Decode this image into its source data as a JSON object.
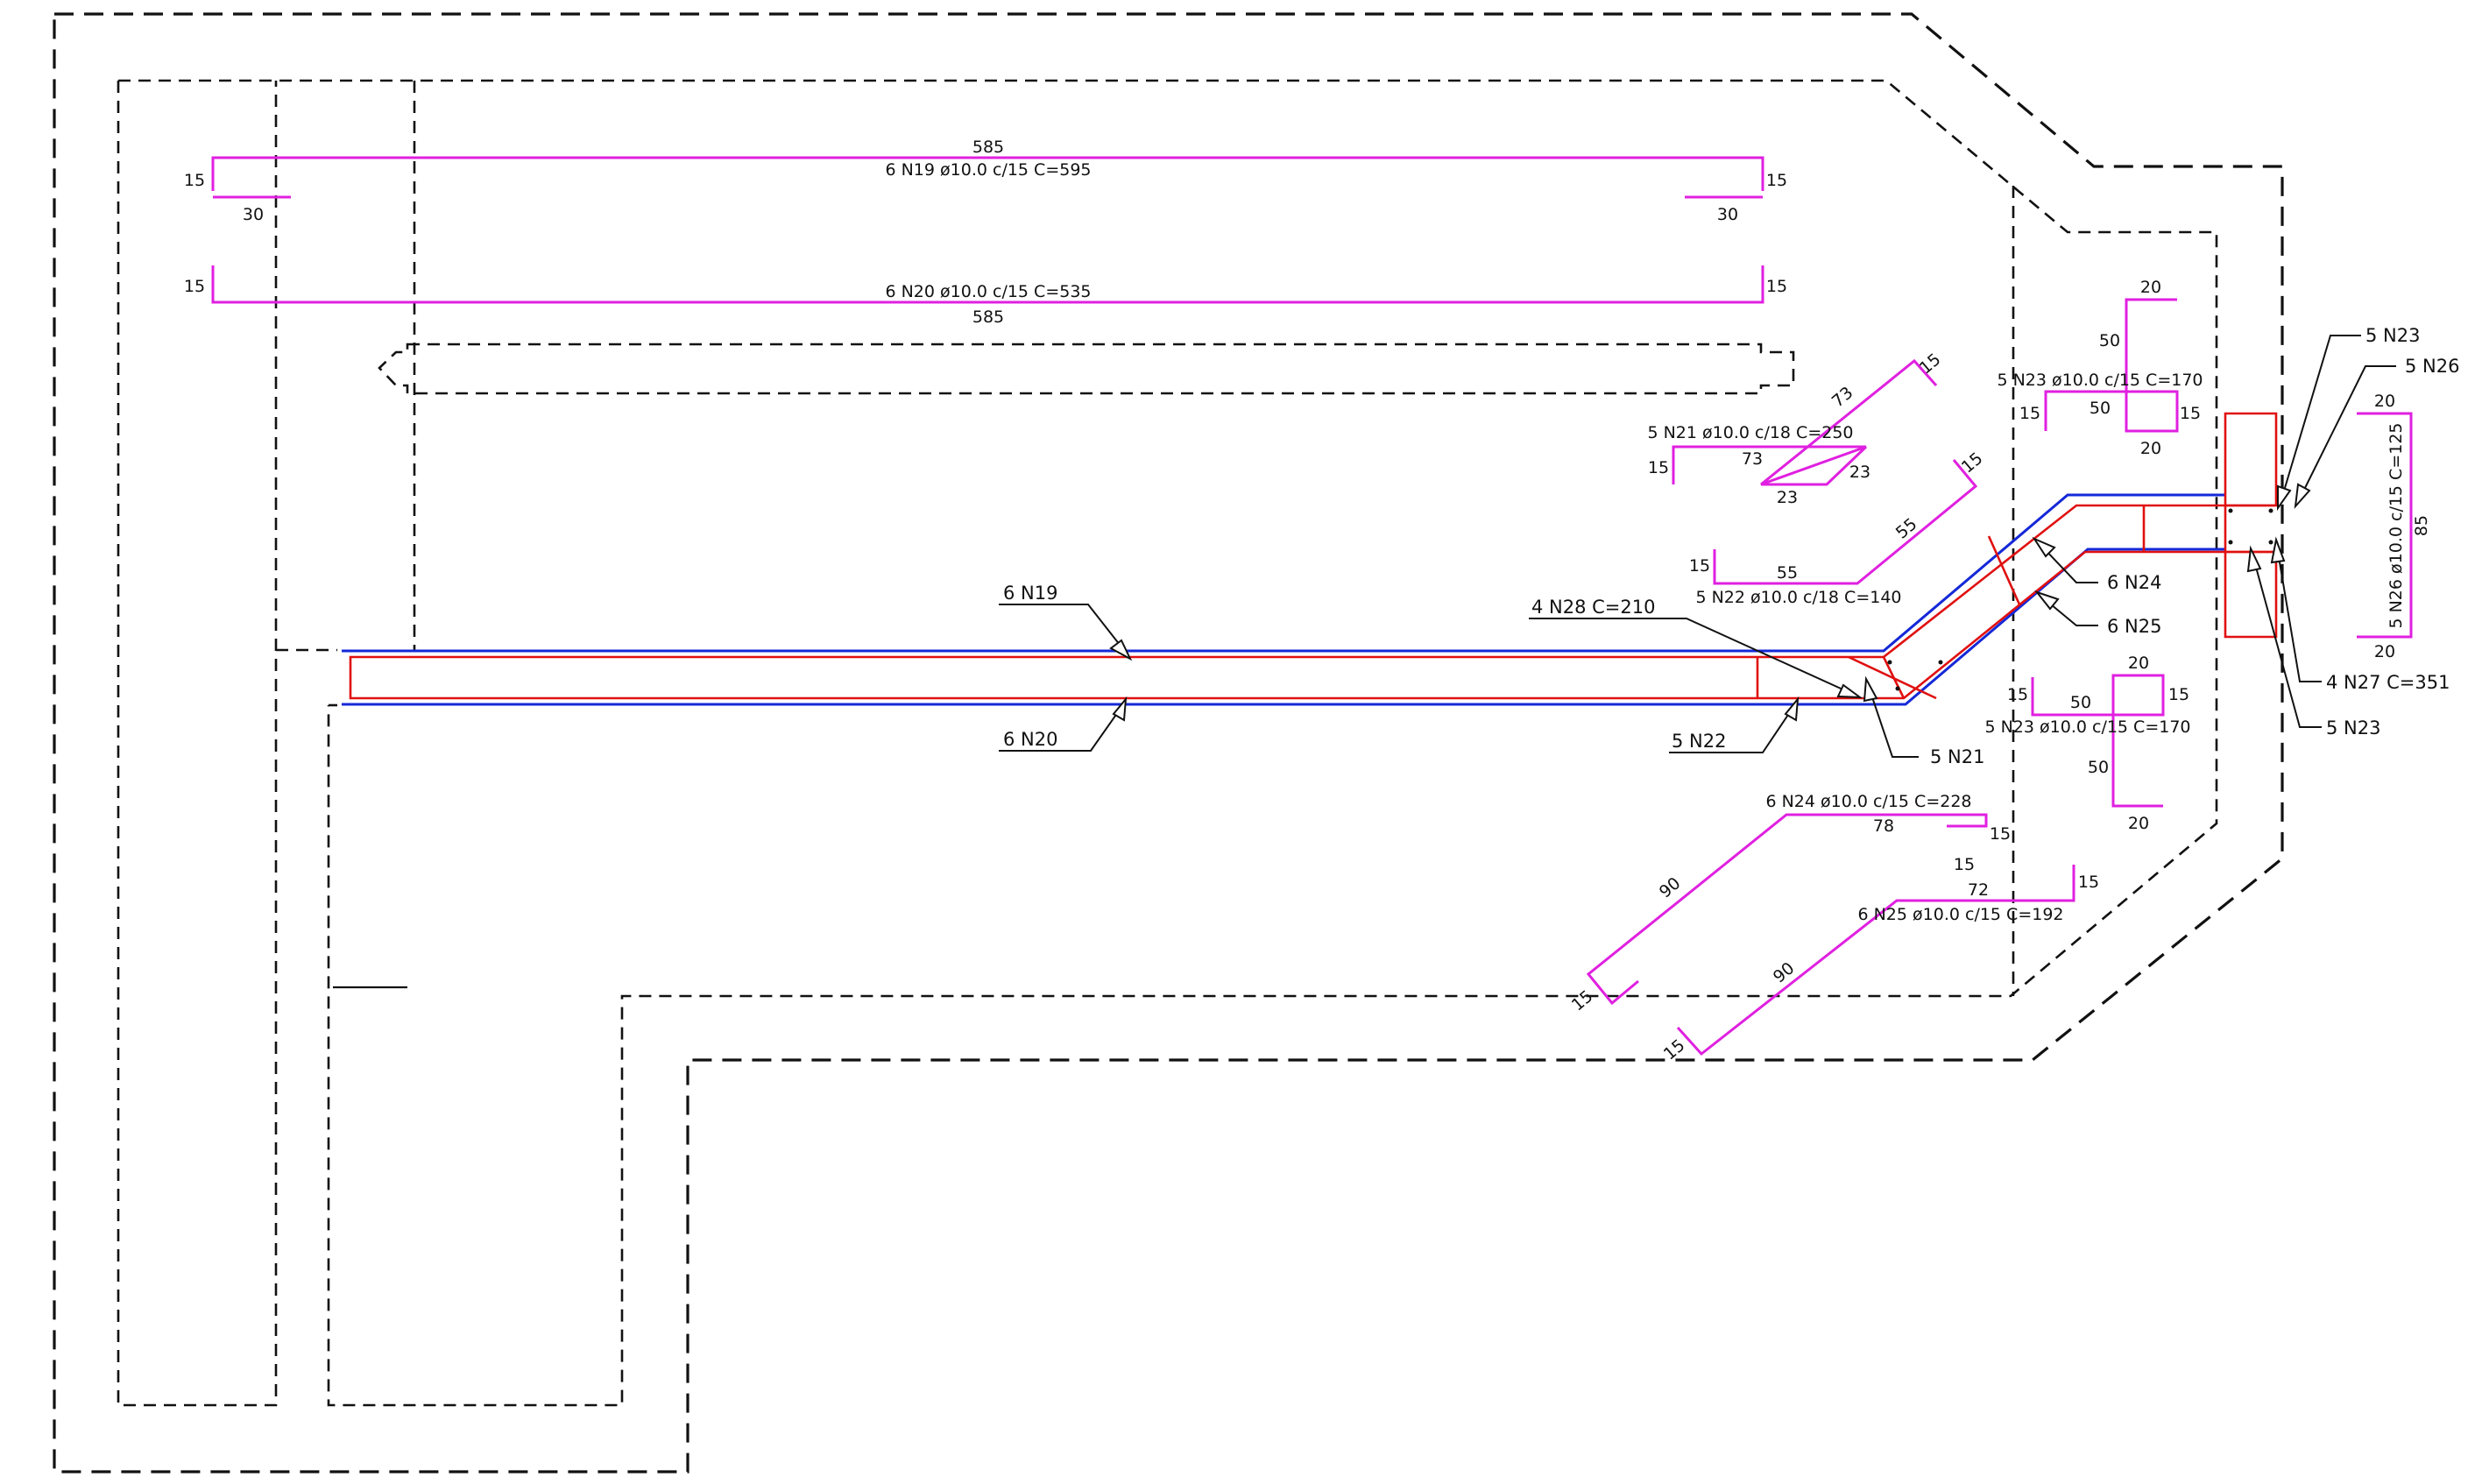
{
  "bars": {
    "n19": {
      "length_top": "585",
      "spec": "6 N19 ø10.0 c/15  C=595",
      "hook_left": "15",
      "hook_right": "15",
      "foot_left": "30",
      "foot_right": "30"
    },
    "n20": {
      "spec": "6 N20 ø10.0 c/15  C=535",
      "length_bottom": "585",
      "hook_left": "15",
      "hook_right": "15"
    },
    "n21": {
      "spec": "5 N21 ø10.0 c/18  C=250",
      "seg_a": "73",
      "seg_b": "73",
      "seg_c": "23",
      "seg_d": "23",
      "hook_a": "15",
      "hook_b": "15"
    },
    "n22": {
      "spec": "5 N22 ø10.0 c/18   C=140",
      "seg_a": "55",
      "seg_b": "55",
      "hook_a": "15",
      "hook_b": "15"
    },
    "n23_top": {
      "spec": "5 N23 ø10.0 c/15   C=170",
      "w_top": "20",
      "h": "50",
      "w_mid": "50",
      "w_bottom": "20",
      "hook_left": "15",
      "hook_right": "15"
    },
    "n23_bottom": {
      "spec": "5 N23 ø10.0 c/15   C=170",
      "w_top": "20",
      "w_mid": "50",
      "h": "50",
      "w_bottom": "20",
      "hook_left": "15",
      "hook_right": "15"
    },
    "n24": {
      "spec": "6 N24 ø10.0 c/15   C=228",
      "seg_top": "78",
      "seg_diag": "90",
      "hook_a": "15",
      "hook_b": "15",
      "hook_c": "15"
    },
    "n25": {
      "spec": "6 N25 ø10.0 c/15   C=192",
      "seg_top": "72",
      "seg_diag": "90",
      "hook_a": "15",
      "hook_b": "15"
    },
    "n26": {
      "spec": "5 N26 ø10.0 c/15   C=125",
      "h": "85",
      "w_top": "20",
      "w_bottom": "20"
    }
  },
  "callouts": {
    "n19": "6 N19",
    "n20": "6 N20",
    "n28": "4 N28  C=210",
    "n22": "5 N22",
    "n21": "5 N21",
    "n24": "6 N24",
    "n25": "6 N25",
    "n23_a": "5 N23",
    "n26": "5 N26",
    "n27": "4 N27  C=351",
    "n23_b": "5 N23"
  },
  "colors": {
    "rebar_detail": "#e020e0",
    "section_outline": "#e01010",
    "main_bars": "#1428d8",
    "formwork": "#111111"
  }
}
